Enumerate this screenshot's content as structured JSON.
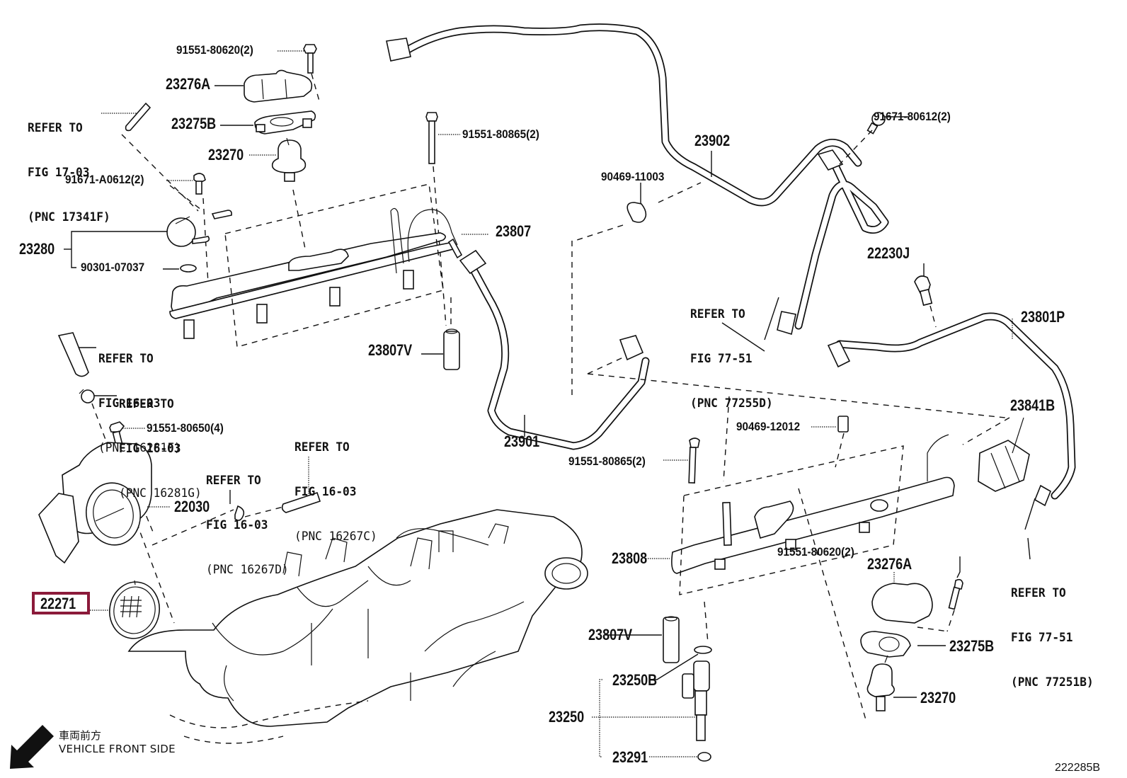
{
  "diagram": {
    "figure_id": "222285B",
    "highlight_color": "#8B1A3A",
    "direction_indicator": {
      "icon": "arrow-down-left-icon",
      "label_jp": "車両前方",
      "label_en": "VEHICLE FRONT SIDE"
    },
    "part_labels": {
      "p91551_80620_top": "91551-80620(2)",
      "p23276A_top": "23276A",
      "p23275B_top": "23275B",
      "p23270_top": "23270",
      "p91671_A0612": "91671-A0612(2)",
      "p23280": "23280",
      "p90301_07037": "90301-07037",
      "p91551_80865_top": "91551-80865(2)",
      "p23807": "23807",
      "p23807V_top": "23807V",
      "p90469_11003": "90469-11003",
      "p23902": "23902",
      "p91671_80612": "91671-80612(2)",
      "p23901": "23901",
      "p22230J": "22230J",
      "p23801P": "23801P",
      "p23841B": "23841B",
      "p90469_12012": "90469-12012",
      "p91551_80865_bottom": "91551-80865(2)",
      "p91551_80650": "91551-80650(4)",
      "p22030": "22030",
      "p22271": "22271",
      "p23808": "23808",
      "p91551_80620_bottom": "91551-80620(2)",
      "p23276A_bottom": "23276A",
      "p23807V_bottom": "23807V",
      "p23275B_bottom": "23275B",
      "p23250B": "23250B",
      "p23270_bottom": "23270",
      "p23250": "23250",
      "p23291": "23291"
    },
    "references": [
      {
        "line1": "REFER TO",
        "line2": "FIG 17-03",
        "line3": "(PNC 17341F)"
      },
      {
        "line1": "REFER TO",
        "line2": "FIG 16-03",
        "line3": "(PNC 16281F)"
      },
      {
        "line1": "REFER TO",
        "line2": "FIG 16-03",
        "line3": "(PNC 16281G)"
      },
      {
        "line1": "REFER TO",
        "line2": "FIG 16-03",
        "line3": "(PNC 16267D)"
      },
      {
        "line1": "REFER TO",
        "line2": "FIG 16-03",
        "line3": "(PNC 16267C)"
      },
      {
        "line1": "REFER TO",
        "line2": "FIG 77-51",
        "line3": "(PNC 77255D)"
      },
      {
        "line1": "REFER TO",
        "line2": "FIG 77-51",
        "line3": "(PNC 77251B)"
      }
    ],
    "highlighted_part": "22271"
  }
}
